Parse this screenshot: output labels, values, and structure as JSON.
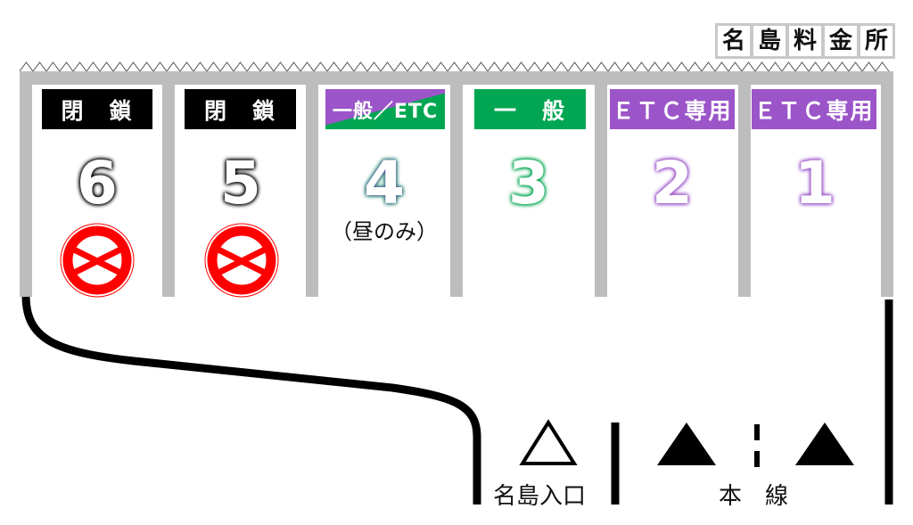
{
  "title": [
    "名",
    "島",
    "料",
    "金",
    "所"
  ],
  "lanes": [
    {
      "number": "6",
      "sign": "閉　鎖",
      "type": "closed",
      "closed": true
    },
    {
      "number": "5",
      "sign": "閉　鎖",
      "type": "closed",
      "closed": true
    },
    {
      "number": "4",
      "sign": "一般／ETC",
      "type": "mixed",
      "note": "（昼のみ）"
    },
    {
      "number": "3",
      "sign": "一　般",
      "type": "general"
    },
    {
      "number": "2",
      "sign": "ＥＴＣ専用",
      "type": "etc"
    },
    {
      "number": "1",
      "sign": "ＥＴＣ専用",
      "type": "etc"
    }
  ],
  "roads": {
    "entrance": "名島入口",
    "mainline": "本　線"
  },
  "colors": {
    "closed": "#000000",
    "general": "#00a651",
    "etc": "#9b55c9",
    "prohibit": "#ff0000",
    "frame": "#bdbdbd"
  }
}
